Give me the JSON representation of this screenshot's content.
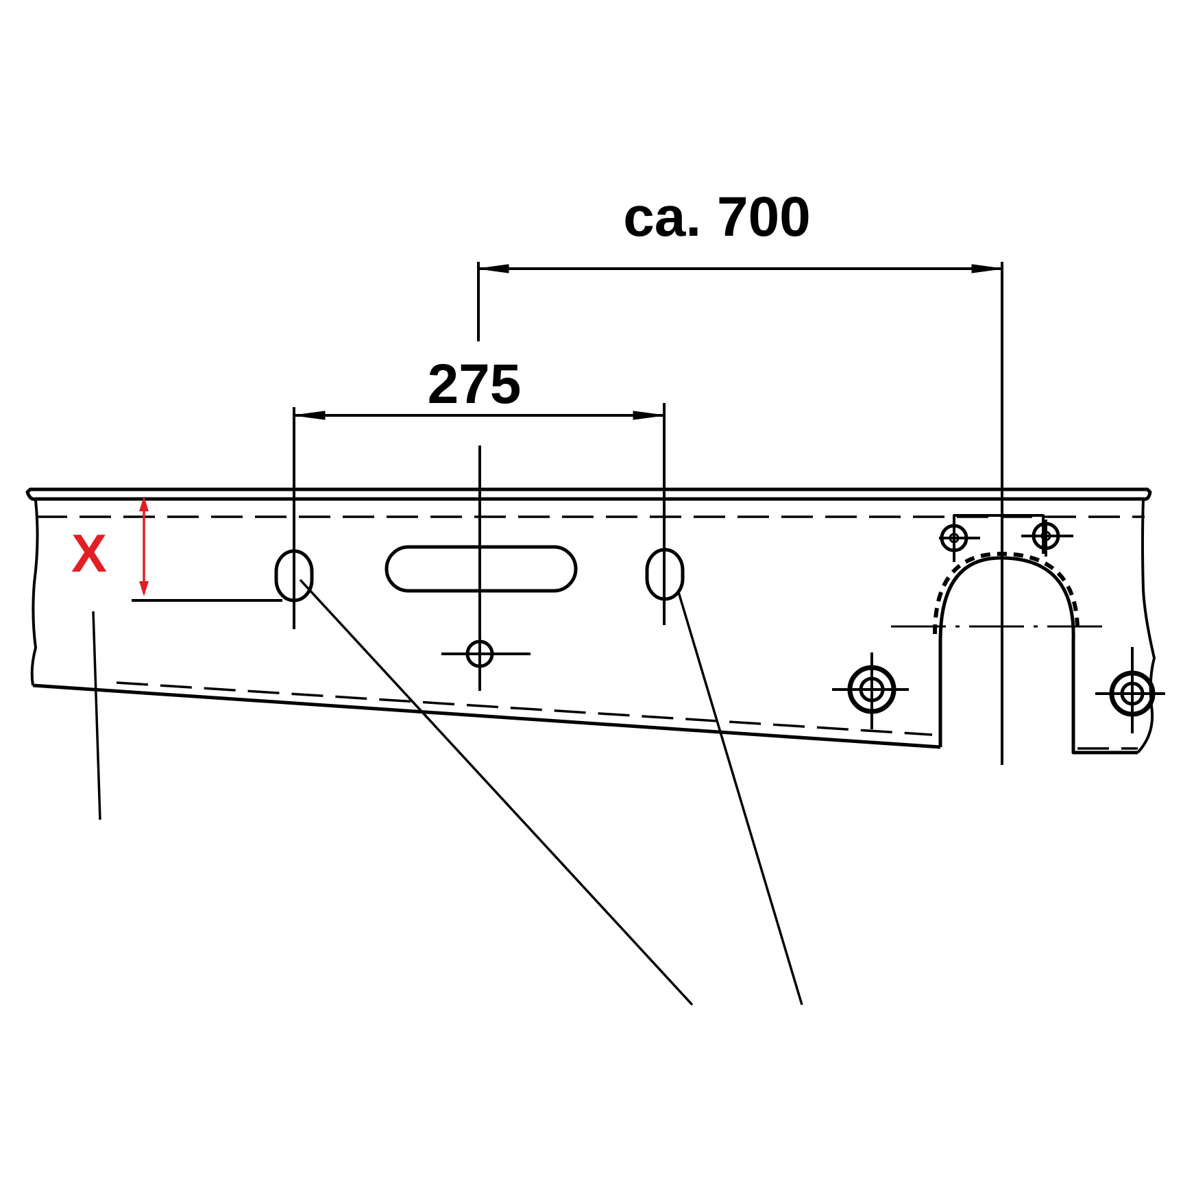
{
  "dimensions": {
    "overall_label": "ca. 700",
    "spacing_label": "275",
    "x_label": "X"
  },
  "colors": {
    "line": "#000000",
    "marker": "#e31e24",
    "background": "#ffffff"
  }
}
